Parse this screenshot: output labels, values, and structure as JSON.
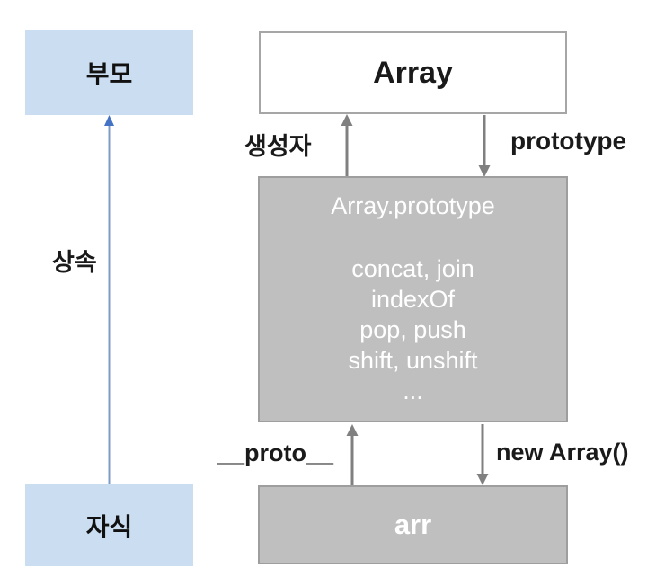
{
  "colors": {
    "blue_box_fill": "#cbdef1",
    "blue_arrow_line": "#7d9bc8",
    "blue_arrow_head": "#4472c4",
    "gray_box_fill": "#bfbfbf",
    "gray_box_border": "#9e9e9e",
    "gray_arrow": "#808080",
    "text_dark": "#1a1a1a",
    "text_white": "#ffffff"
  },
  "left_panel": {
    "parent_box_label": "부모",
    "child_box_label": "자식",
    "inheritance_label": "상속"
  },
  "right_panel": {
    "array_box_label": "Array",
    "constructor_label": "생성자",
    "prototype_edge_label": "prototype",
    "prototype_box": {
      "title": "Array.prototype",
      "methods": [
        "concat, join",
        "indexOf",
        "pop, push",
        "shift, unshift",
        "..."
      ]
    },
    "proto_edge_label": "__proto__",
    "new_array_edge_label": "new Array()",
    "arr_box_label": "arr"
  }
}
